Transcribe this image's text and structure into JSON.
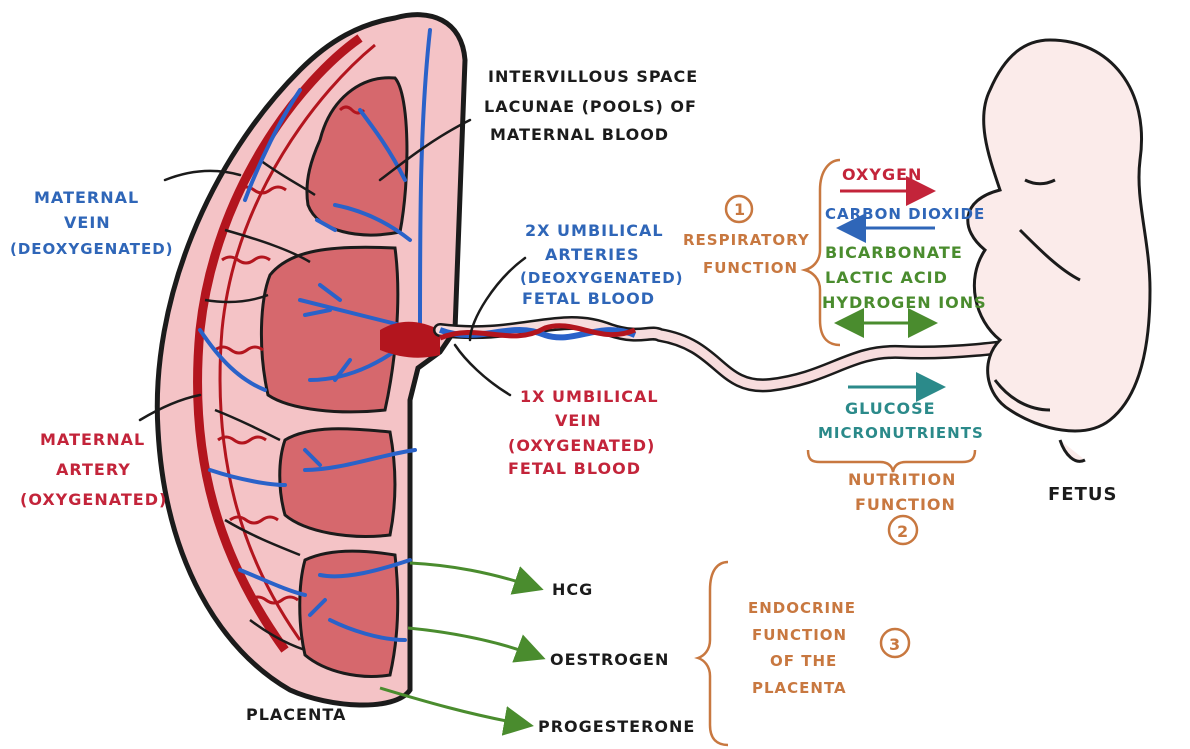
{
  "colors": {
    "blue_label": "#2f66b8",
    "red_label": "#c3243a",
    "orange_label": "#c87840",
    "green_label": "#4a8c2e",
    "teal_label": "#2b8a8a",
    "ink": "#1b1b1b",
    "placenta_fill": "#f4c3c6",
    "lobe_fill": "#d6686d",
    "maternal_blood": "#b3151e",
    "fetal_vessel": "#2a62c9",
    "fetus_skin": "#fbebea"
  },
  "labels": {
    "intervillous_1": "INTERVILLOUS SPACE",
    "intervillous_2": "LACUNAE (POOLS) OF",
    "intervillous_3": "MATERNAL BLOOD",
    "mat_vein_1": "MATERNAL",
    "mat_vein_2": "VEIN",
    "mat_vein_3": "(DEOXYGENATED)",
    "mat_art_1": "MATERNAL",
    "mat_art_2": "ARTERY",
    "mat_art_3": "(OXYGENATED)",
    "arteries_1": "2X UMBILICAL",
    "arteries_2": "ARTERIES",
    "arteries_3": "(DEOXYGENATED)",
    "arteries_4": "FETAL BLOOD",
    "vein_1": "1X UMBILICAL",
    "vein_2": "VEIN",
    "vein_3": "(OXYGENATED)",
    "vein_4": "FETAL BLOOD",
    "resp_num": "1",
    "resp_1": "RESPIRATORY",
    "resp_2": "FUNCTION",
    "oxygen": "OXYGEN",
    "co2": "CARBON DIOXIDE",
    "bicarbonate": "BICARBONATE",
    "lactic": "LACTIC ACID",
    "hydrogen": "HYDROGEN IONS",
    "glucose": "GLUCOSE",
    "micro": "MICRONUTRIENTS",
    "nutr_1": "NUTRITION",
    "nutr_2": "FUNCTION",
    "nutr_num": "2",
    "fetus": "FETUS",
    "placenta": "PLACENTA",
    "hcg": "HCG",
    "oestrogen": "OESTROGEN",
    "progesterone": "PROGESTERONE",
    "endo_1": "ENDOCRINE",
    "endo_2": "FUNCTION",
    "endo_3": "OF THE",
    "endo_4": "PLACENTA",
    "endo_num": "3"
  }
}
